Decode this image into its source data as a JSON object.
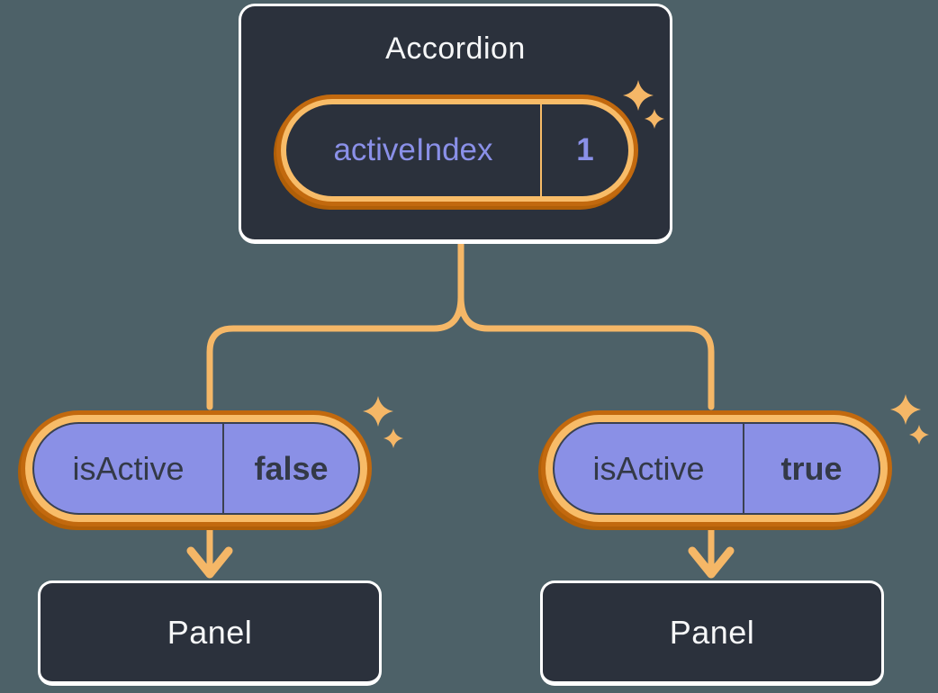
{
  "colors": {
    "background": "#4D6168",
    "card_bg": "#2B313C",
    "card_border": "#FFFFFF",
    "orange_light": "#F8BC68",
    "orange_dark": "#C2690E",
    "orange_deep": "#B05F08",
    "line": "#F5B767",
    "purple": "#8A90E6",
    "purple_text": "#8A90E8",
    "dark_text": "#333947",
    "pill_outline": "#3A4150",
    "title_text": "#F6F7F8"
  },
  "icons": {
    "sparkle": "four-point-star",
    "arrow": "down-arrow"
  },
  "diagram": {
    "root": {
      "title": "Accordion",
      "state_label": "activeIndex",
      "state_value": "1"
    },
    "children": [
      {
        "prop_label": "isActive",
        "prop_value": "false",
        "panel_title": "Panel"
      },
      {
        "prop_label": "isActive",
        "prop_value": "true",
        "panel_title": "Panel"
      }
    ]
  }
}
